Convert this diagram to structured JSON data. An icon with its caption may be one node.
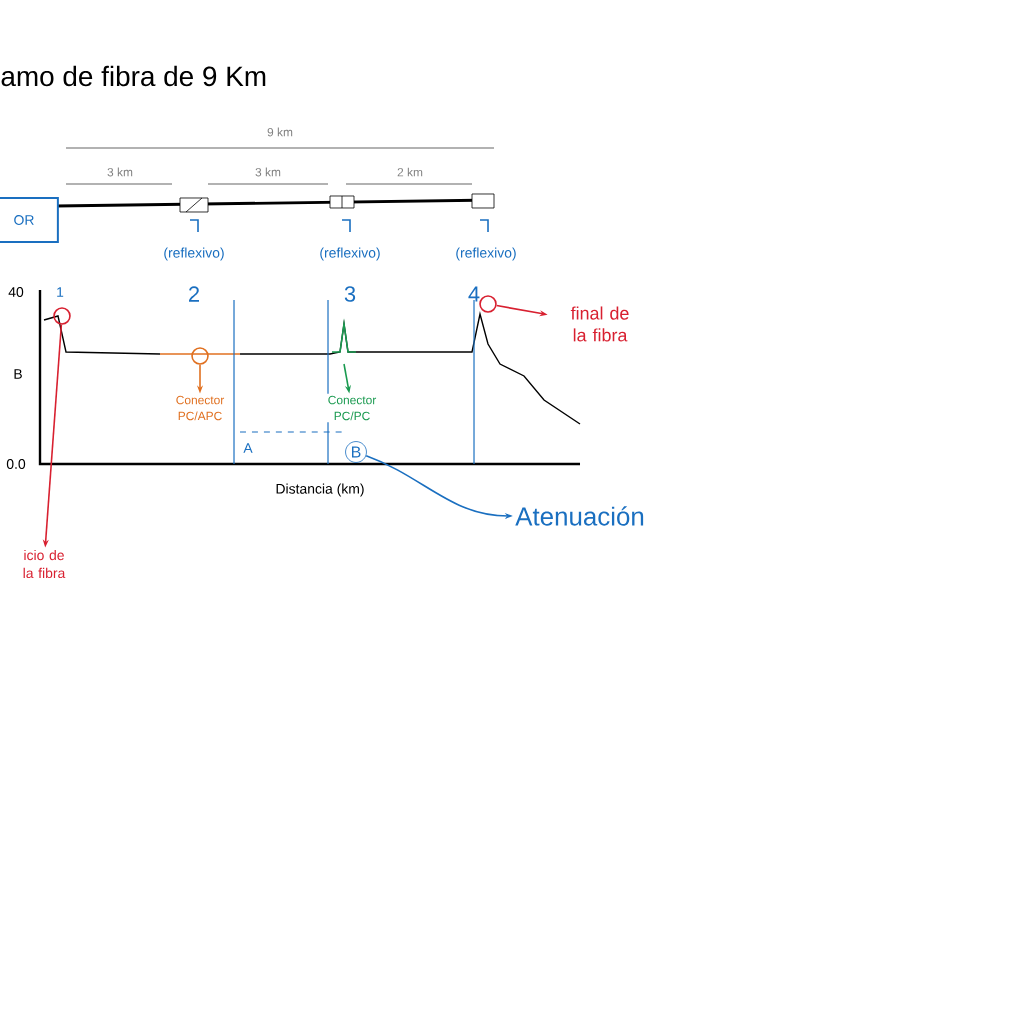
{
  "diagram": {
    "title": "amo de fibra de 9 Km",
    "nodes": [
      {
        "text": [
          "OR"
        ]
      },
      {
        "text": [
          "icio de la fibra"
        ]
      },
      {
        "text": [
          "Conector PC/APC"
        ]
      },
      {
        "text": [
          "Conector PC/PC"
        ]
      },
      {
        "text": [
          "final de la fibra"
        ]
      },
      {
        "text": [
          "Atenuación"
        ]
      },
      {
        "text": [
          "B"
        ]
      },
      {
        "text": [],
        "shape": "circle"
      },
      {
        "text": [],
        "shape": "circle"
      },
      {
        "text": [],
        "shape": "circle"
      }
    ],
    "edges": [
      {
        "from": 7,
        "to": 1,
        "arrow": "to",
        "color": "#d82030"
      },
      {
        "from": 8,
        "to": 2,
        "arrow": "to",
        "color": "#e07020"
      },
      {
        "from": null,
        "to": 3,
        "arrow": "to",
        "color": "#1a9a50"
      },
      {
        "from": 9,
        "to": 4,
        "arrow": "to",
        "color": "#d82030"
      },
      {
        "from": 6,
        "to": 5,
        "arrow": "to",
        "color": "#1a6fc0"
      }
    ],
    "labels": [
      "9 km",
      "3 km",
      "3 km",
      "2 km",
      "(reflexivo)",
      "(reflexivo)",
      "(reflexivo)",
      "1",
      "2",
      "3",
      "4",
      "40",
      "B",
      "0.0",
      "A",
      "Distancia (km)"
    ]
  }
}
